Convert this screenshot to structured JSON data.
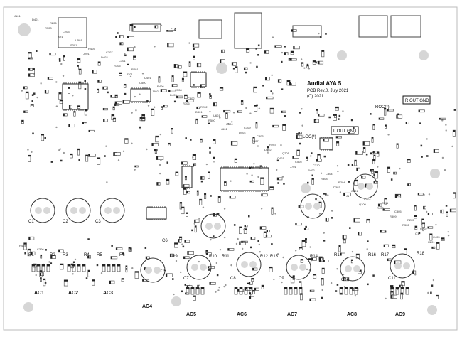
{
  "board": {
    "title": "Audial AYA 5",
    "line1": "PCB Rev.0, July 2021",
    "line2": "(C) 2021"
  },
  "bottom_labels": [
    "AC1",
    "AC2",
    "AC3",
    "AC4",
    "AC5",
    "AC6",
    "AC7",
    "AC8",
    "AC9"
  ],
  "rout_box": "R OUT  GND",
  "lout_box": "L OUT  GND",
  "roc_label": "ROC(*)",
  "loc_label": "LOC(*)",
  "caps_top": [
    "C1",
    "C2",
    "C3",
    "C4",
    "C5",
    "C6",
    "C7",
    "C8",
    "C9",
    "C10",
    "C11"
  ],
  "res_labels": [
    "R1",
    "R2",
    "R3",
    "R4",
    "R5",
    "R6",
    "R9",
    "R10",
    "R11",
    "R12",
    "R13",
    "R14",
    "R15",
    "R16",
    "R17",
    "R18"
  ],
  "refs": [
    "J101",
    "J201",
    "J602",
    "J601",
    "J701",
    "Q109",
    "U201",
    "S301",
    "C500",
    "R500",
    "C401",
    "J1",
    "Q1",
    "BR1",
    "J301",
    "D301",
    "D302",
    "D303",
    "R302",
    "R303",
    "R305",
    "R306",
    "R307",
    "R308",
    "R309",
    "D401",
    "D402",
    "D403",
    "D404",
    "R402",
    "R403",
    "R404",
    "R405",
    "R406",
    "C504",
    "C505",
    "C404",
    "C405",
    "U501",
    "U401",
    "U601",
    "Q201",
    "C201",
    "C202",
    "C203",
    "R201",
    "R202",
    "R203",
    "R204",
    "R205",
    "R206",
    "C301",
    "C302",
    "C303",
    "C304",
    "C305",
    "C306",
    "C307",
    "C308",
    "C309",
    "C310",
    "C311"
  ]
}
